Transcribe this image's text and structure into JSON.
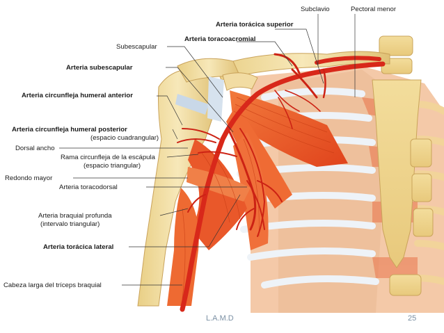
{
  "labels": {
    "subclavio": "Subclavio",
    "pectoral_menor": "Pectoral menor",
    "toracica_superior": "Arteria torácica superior",
    "toracoacromial": "Arteria toracoacromial",
    "subescapular": "Subescapular",
    "arteria_subescapular": "Arteria subescapular",
    "circ_anterior": "Arteria circunfleja humeral anterior",
    "circ_posterior": "Arteria circunfleja humeral posterior",
    "espacio_cuadrangular": "(espacio cuadrangular)",
    "dorsal_ancho": "Dorsal ancho",
    "rama_circunfleja": "Rama circunfleja de la escápula",
    "espacio_triangular": "(espacio triangular)",
    "redondo_mayor": "Redondo mayor",
    "toracodorsal": "Arteria toracodorsal",
    "braquial_profunda": "Arteria braquial profunda",
    "intervalo_triangular": "(intervalo triangular)",
    "toracica_lateral": "Arteria torácica lateral",
    "triceps": "Cabeza larga del tríceps braquial"
  },
  "footer": {
    "author": "L.A.M.D",
    "page": "25"
  }
}
